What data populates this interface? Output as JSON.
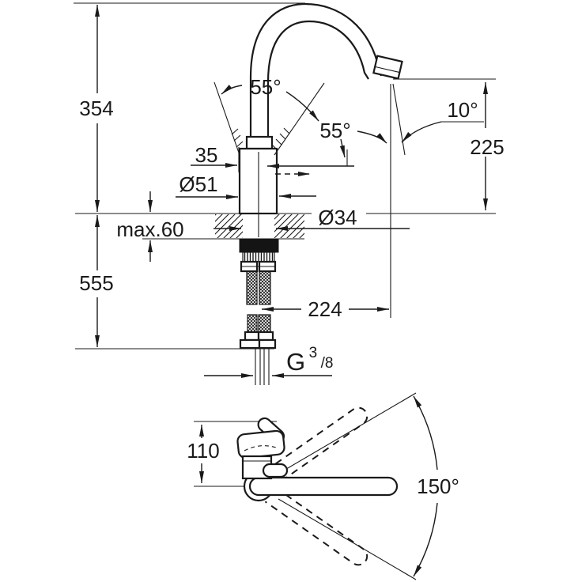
{
  "meta": {
    "kind": "faucet installation dimension drawing",
    "background": "#ffffff",
    "ink": "#1a1a1a"
  },
  "front_view": {
    "dim_height_above_deck": "354",
    "dim_height_below_deck": "555",
    "dim_deck_thickness": "max.60",
    "dim_top_offset": "35",
    "dim_body_diameter": "Ø51",
    "dim_hole_diameter": "Ø34",
    "dim_lever_angle_up": "55°",
    "dim_lever_angle_open": "55°",
    "dim_outlet_angle": "10°",
    "dim_outlet_height": "225",
    "dim_spout_reach": "224",
    "thread": {
      "prefix": "G",
      "numerator": "3",
      "denominator": "/8"
    }
  },
  "top_view": {
    "dim_handle_length": "110",
    "dim_swivel_range": "150°"
  }
}
